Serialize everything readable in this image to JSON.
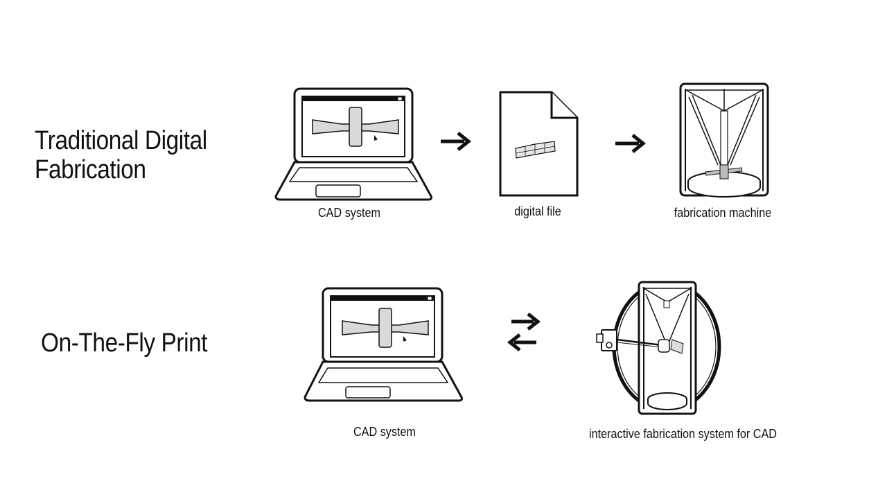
{
  "rows": {
    "traditional": {
      "title_line1": "Traditional Digital",
      "title_line2": "Fabrication",
      "captions": {
        "cad": "CAD system",
        "file": "digital file",
        "machine": "fabrication machine"
      }
    },
    "on_the_fly": {
      "title": "On-The-Fly Print",
      "captions": {
        "cad": "CAD system",
        "system": "interactive fabrication system for CAD"
      }
    }
  },
  "colors": {
    "ink": "#111111",
    "screen_fill": "#ffffff",
    "model_fill": "#d9d9d9"
  },
  "icons": {
    "flow_arrow": "right-arrow-icon",
    "bidirectional": "bidirectional-arrows-icon",
    "laptop": "laptop-icon",
    "document": "document-icon",
    "printer": "delta-printer-icon"
  }
}
